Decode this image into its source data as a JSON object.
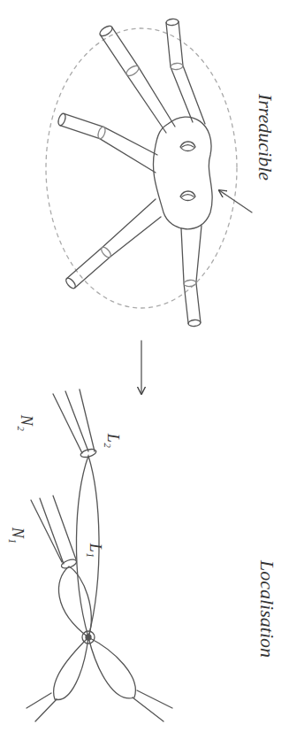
{
  "diagram": {
    "labels": [
      "Irreducible",
      "Localisation",
      "N₁",
      "N₂",
      "L₁",
      "L₂"
    ]
  }
}
